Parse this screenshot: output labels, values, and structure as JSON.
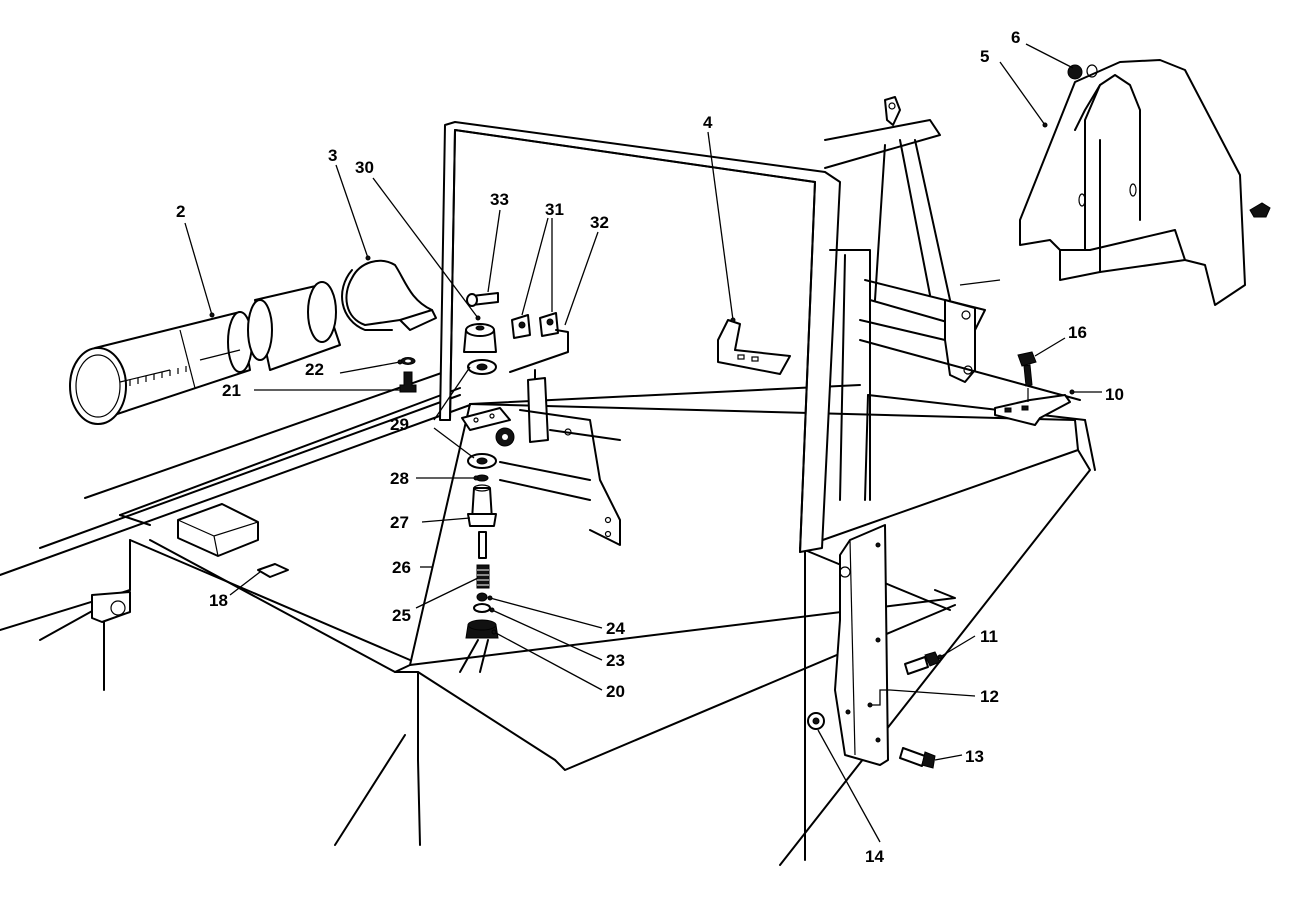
{
  "diagram": {
    "callouts": [
      {
        "id": "c2",
        "text": "2"
      },
      {
        "id": "c3",
        "text": "3"
      },
      {
        "id": "c30",
        "text": "30"
      },
      {
        "id": "c33",
        "text": "33"
      },
      {
        "id": "c31",
        "text": "31"
      },
      {
        "id": "c32",
        "text": "32"
      },
      {
        "id": "c4",
        "text": "4"
      },
      {
        "id": "c6",
        "text": "6"
      },
      {
        "id": "c5",
        "text": "5"
      },
      {
        "id": "c16",
        "text": "16"
      },
      {
        "id": "c10",
        "text": "10"
      },
      {
        "id": "c22",
        "text": "22"
      },
      {
        "id": "c21",
        "text": "21"
      },
      {
        "id": "c29",
        "text": "29"
      },
      {
        "id": "c28",
        "text": "28"
      },
      {
        "id": "c27",
        "text": "27"
      },
      {
        "id": "c26",
        "text": "26"
      },
      {
        "id": "c25",
        "text": "25"
      },
      {
        "id": "c18",
        "text": "18"
      },
      {
        "id": "c24",
        "text": "24"
      },
      {
        "id": "c23",
        "text": "23"
      },
      {
        "id": "c20",
        "text": "20"
      },
      {
        "id": "c11",
        "text": "11"
      },
      {
        "id": "c12",
        "text": "12"
      },
      {
        "id": "c13",
        "text": "13"
      },
      {
        "id": "c14",
        "text": "14"
      }
    ]
  }
}
